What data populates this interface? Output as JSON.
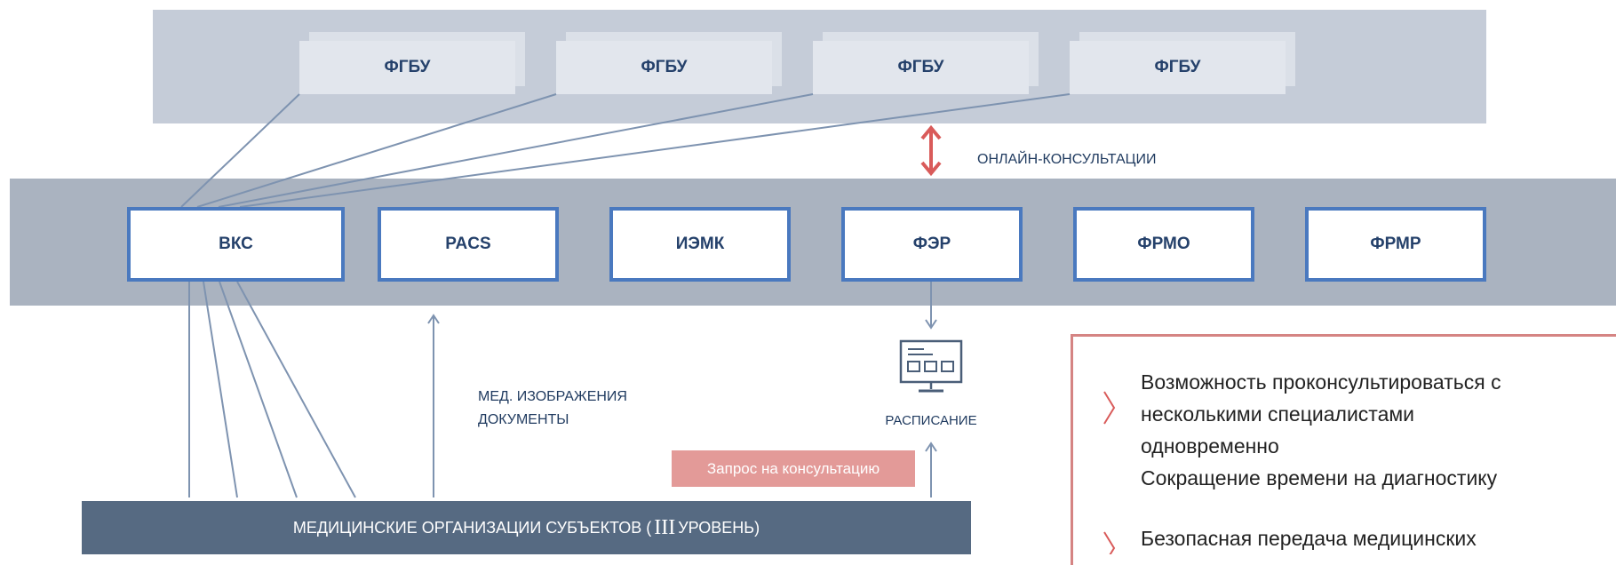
{
  "top": {
    "fgbu_boxes": [
      "ФГБУ",
      "ФГБУ",
      "ФГБУ",
      "ФГБУ"
    ]
  },
  "online_label": "ОНЛАЙН-КОНСУЛЬТАЦИИ",
  "systems": [
    "ВКС",
    "PACS",
    "ИЭМК",
    "ФЭР",
    "ФРМО",
    "ФРМР"
  ],
  "med_images_label": [
    "МЕД. ИЗОБРАЖЕНИЯ",
    "ДОКУМЕНТЫ"
  ],
  "schedule_label": "РАСПИСАНИЕ",
  "schedule_icon": "computer-monitor-schedule-icon",
  "request_label": "Запрос на консультацию",
  "bottom_bar": {
    "prefix": "МЕДИЦИНСКИЕ ОРГАНИЗАЦИИ СУБЪЕКТОВ (",
    "roman": "III",
    "suffix": "УРОВЕНЬ)"
  },
  "benefits": [
    [
      "Возможность проконсультироваться с",
      "несколькими специалистами",
      "одновременно",
      "Сокращение времени на диагностику"
    ],
    [
      "Безопасная передача медицинских"
    ]
  ],
  "bullet_icon": "chevron-right-icon",
  "colors": {
    "top_band": "#c5ccd8",
    "mid_band": "#aab3c0",
    "box_border": "#4a79bf",
    "bottom_bar": "#566a82",
    "accent_red": "#d95b5a",
    "request_fill": "#e39a98",
    "line": "#7e93b0"
  }
}
